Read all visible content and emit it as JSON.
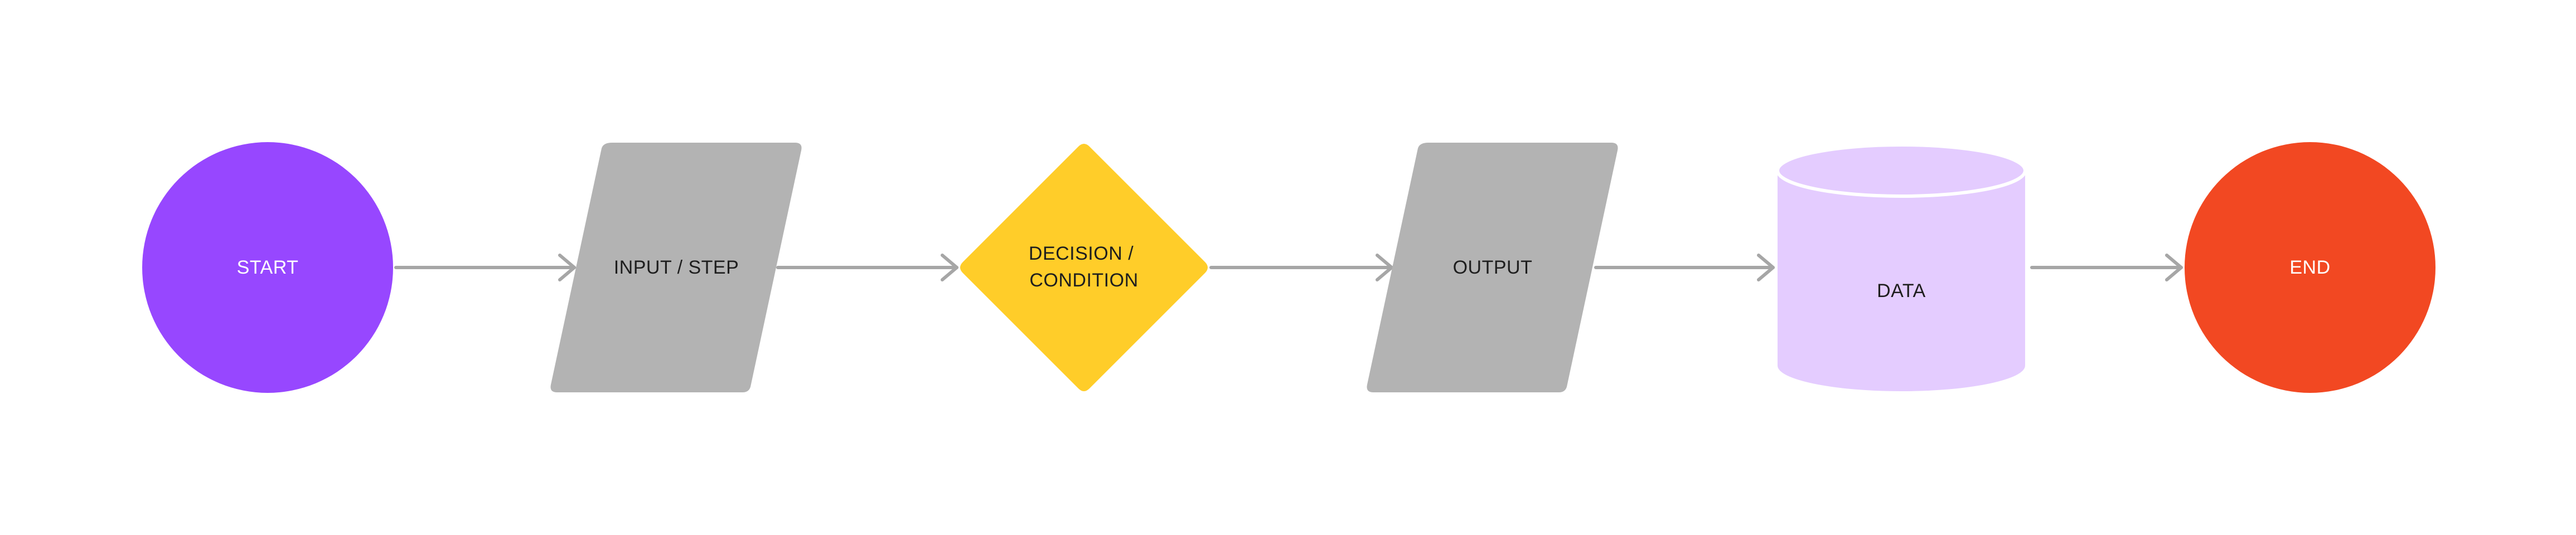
{
  "diagram": {
    "type": "flowchart",
    "colors": {
      "start": "#9747FF",
      "process": "#B3B3B3",
      "decision": "#FFCD29",
      "data": "#E4CCFF",
      "end": "#F24822",
      "connector": "#A6A6A6",
      "dark_text": "#1E1E1E",
      "light_text": "#FFFFFF"
    },
    "nodes": [
      {
        "id": "start",
        "shape": "circle",
        "label": "START"
      },
      {
        "id": "input",
        "shape": "parallelogram",
        "label": "INPUT / STEP"
      },
      {
        "id": "decision",
        "shape": "diamond",
        "label_line1": "DECISION /",
        "label_line2": "CONDITION"
      },
      {
        "id": "output",
        "shape": "parallelogram",
        "label": "OUTPUT"
      },
      {
        "id": "data",
        "shape": "cylinder",
        "label": "DATA"
      },
      {
        "id": "end",
        "shape": "circle",
        "label": "END"
      }
    ],
    "edges": [
      {
        "from": "start",
        "to": "input"
      },
      {
        "from": "input",
        "to": "decision"
      },
      {
        "from": "decision",
        "to": "output"
      },
      {
        "from": "output",
        "to": "data"
      },
      {
        "from": "data",
        "to": "end"
      }
    ]
  }
}
